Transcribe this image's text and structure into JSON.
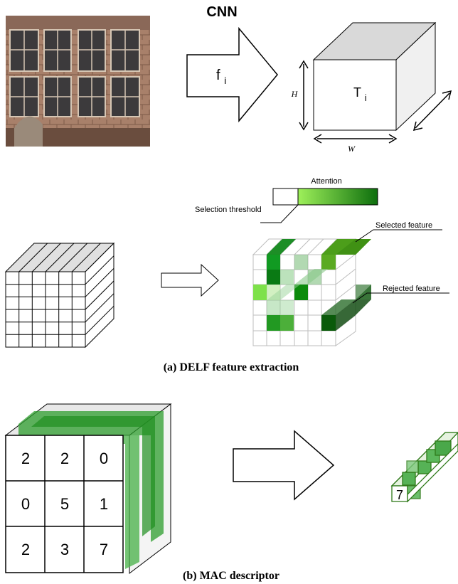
{
  "top": {
    "cnn_label": "CNN",
    "arrow_label_base": "f",
    "arrow_label_sub": "i",
    "tensor_label_base": "T",
    "tensor_label_sub": "i",
    "h_label": "H",
    "w_label": "W"
  },
  "delf": {
    "attention_label": "Attention",
    "threshold_label": "Selection threshold",
    "selected_label": "Selected feature",
    "rejected_label": "Rejected feature",
    "caption": "(a) DELF feature extraction"
  },
  "mac": {
    "grid_values": [
      "2",
      "2",
      "0",
      "0",
      "5",
      "1",
      "2",
      "3",
      "7"
    ],
    "result_value": "7",
    "caption": "(b) MAC descriptor"
  },
  "colors": {
    "green_dark": "#0b7a0b",
    "green_mid": "#3a9b3a",
    "green_light": "#8be04a",
    "line": "#000000"
  }
}
